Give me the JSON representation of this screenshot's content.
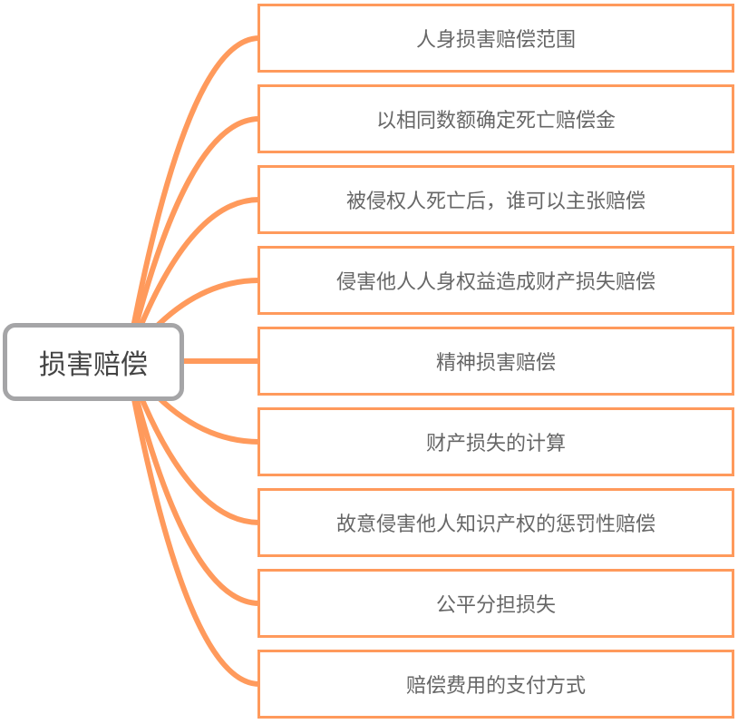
{
  "root": {
    "label": "损害赔偿"
  },
  "children": [
    {
      "label": "人身损害赔偿范围"
    },
    {
      "label": "以相同数额确定死亡赔偿金"
    },
    {
      "label": "被侵权人死亡后，谁可以主张赔偿"
    },
    {
      "label": "侵害他人人身权益造成财产损失赔偿"
    },
    {
      "label": "精神损害赔偿"
    },
    {
      "label": "财产损失的计算"
    },
    {
      "label": "故意侵害他人知识产权的惩罚性赔偿"
    },
    {
      "label": "公平分担损失"
    },
    {
      "label": "赔偿费用的支付方式"
    }
  ],
  "colors": {
    "link": "#ff9a5c",
    "root_border": "#a5a5a7"
  }
}
